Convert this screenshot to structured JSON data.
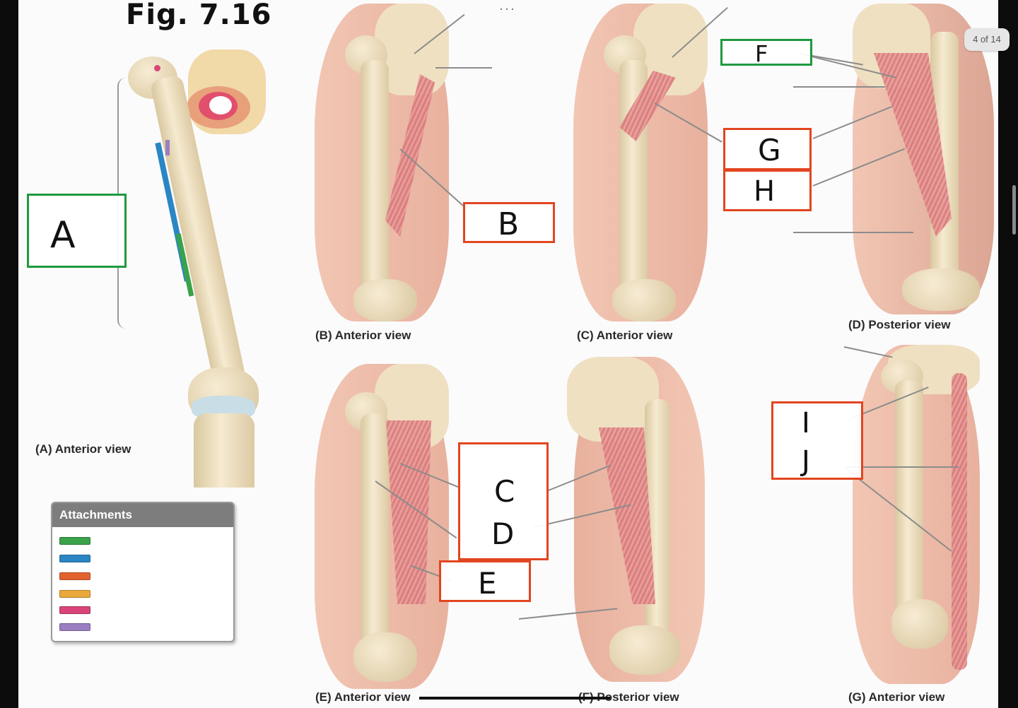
{
  "figure": {
    "title": "Fig. 7.16"
  },
  "toolbar": {
    "more_icon": "ellipsis-icon",
    "more_glyph": "···",
    "page_indicator": "4 of 14"
  },
  "captions": {
    "a": "(A) Anterior view",
    "b": "(B) Anterior view",
    "c": "(C) Anterior view",
    "d": "(D) Posterior view",
    "e": "(E) Anterior view",
    "f": "(F) Posterior view",
    "g": "(G) Anterior view"
  },
  "labels": {
    "A": "A",
    "B": "B",
    "C": "C",
    "D": "D",
    "E": "E",
    "F": "F",
    "G": "G",
    "H": "H",
    "I": "I",
    "J": "J"
  },
  "attachments": {
    "title": "Attachments",
    "swatches": [
      "#3aa24a",
      "#2a86c4",
      "#e2622e",
      "#e9a93a",
      "#d9457a",
      "#9b7fc1"
    ]
  },
  "colors": {
    "green_box": "#1f9a3e",
    "orange_box": "#e2451f"
  }
}
